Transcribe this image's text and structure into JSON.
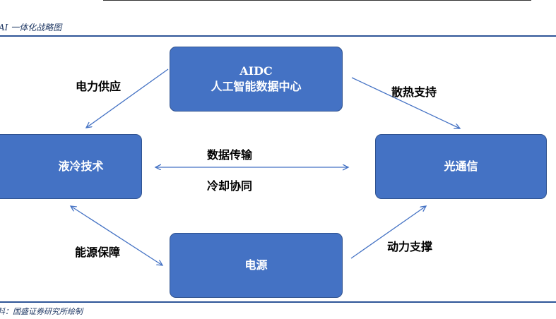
{
  "caption": "AI 一体化战略图",
  "source": "料：国盛证券研究所绘制",
  "nodes": {
    "aidc": {
      "line1": "AIDC",
      "line2": "人工智能数据中心"
    },
    "liquid_cooling": "液冷技术",
    "optical": "光通信",
    "power": "电源"
  },
  "edge_labels": {
    "power_supply": "电力供应",
    "heat_support": "散热支持",
    "data_transfer": "数据传输",
    "cooling_coordination": "冷却协同",
    "energy_guarantee": "能源保障",
    "power_support": "动力支撑"
  },
  "colors": {
    "box_fill": "#4472c4",
    "box_border": "#2f528f",
    "arrow": "#4472c4",
    "rule": "#2e5597"
  }
}
